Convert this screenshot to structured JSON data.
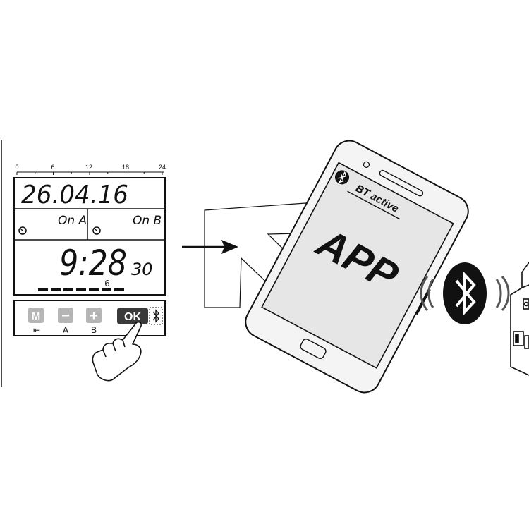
{
  "timer": {
    "scale_ticks": [
      "0",
      "6",
      "12",
      "18",
      "24"
    ],
    "date": "26.04.16",
    "channel_a": "On A",
    "channel_b": "On B",
    "time": "9:28",
    "seconds": "30",
    "day_number": "6",
    "buttons": {
      "m": "M",
      "minus": "−",
      "plus": "+",
      "ok": "OK"
    },
    "button_labels": {
      "m": "⇤",
      "minus": "A",
      "plus": "B"
    }
  },
  "phone": {
    "status": "BT active",
    "app_label": "APP"
  },
  "icons": {
    "bluetooth": "bluetooth-icon",
    "hand": "pointing-hand-icon",
    "arrow": "right-arrow-icon",
    "clock": "clock-icon"
  },
  "colors": {
    "ink": "#111111",
    "button_grey": "#b5b5b5",
    "ok_dark": "#3a3a3a",
    "phone_screen": "#e6e6e6",
    "phone_body": "#f4f4f4"
  }
}
